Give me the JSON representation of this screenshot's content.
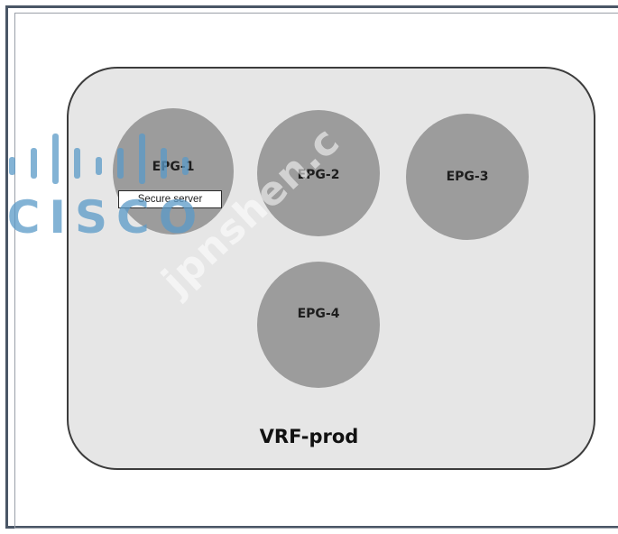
{
  "diagram": {
    "container_label": "VRF-prod",
    "epgs": [
      {
        "label": "EPG-1"
      },
      {
        "label": "EPG-2"
      },
      {
        "label": "EPG-3"
      },
      {
        "label": "EPG-4"
      }
    ],
    "callout": "Secure server"
  },
  "logo": {
    "text": "CISCO",
    "color": "#5a9ac8"
  },
  "watermark": "jpnshen.c"
}
